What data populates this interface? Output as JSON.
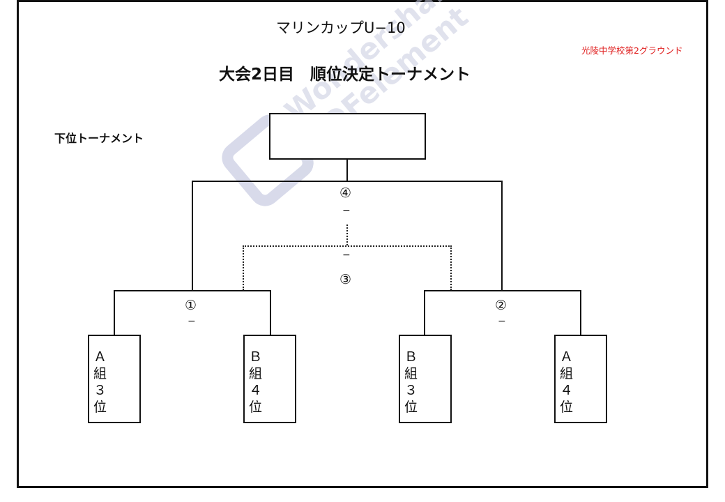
{
  "document": {
    "title": "マリンカップU−10",
    "subtitle": "大会2日目　順位決定トーナメント",
    "venue": "光陵中学校第2グラウンド",
    "section_label": "下位トーナメント"
  },
  "bracket": {
    "matches": [
      {
        "num": "①",
        "score": "−"
      },
      {
        "num": "②",
        "score": "−"
      },
      {
        "num": "③",
        "score": "−"
      },
      {
        "num": "④",
        "score": "−"
      }
    ],
    "teams": [
      {
        "label": "Ａ\n組\n３\n位"
      },
      {
        "label": "Ｂ\n組\n４\n位"
      },
      {
        "label": "Ｂ\n組\n３\n位"
      },
      {
        "label": "Ａ\n組\n４\n位"
      }
    ],
    "winner_box": ""
  },
  "watermark": {
    "line1": "Wondershare",
    "line2": "PDFelement",
    "color": "#c8cbe0"
  }
}
